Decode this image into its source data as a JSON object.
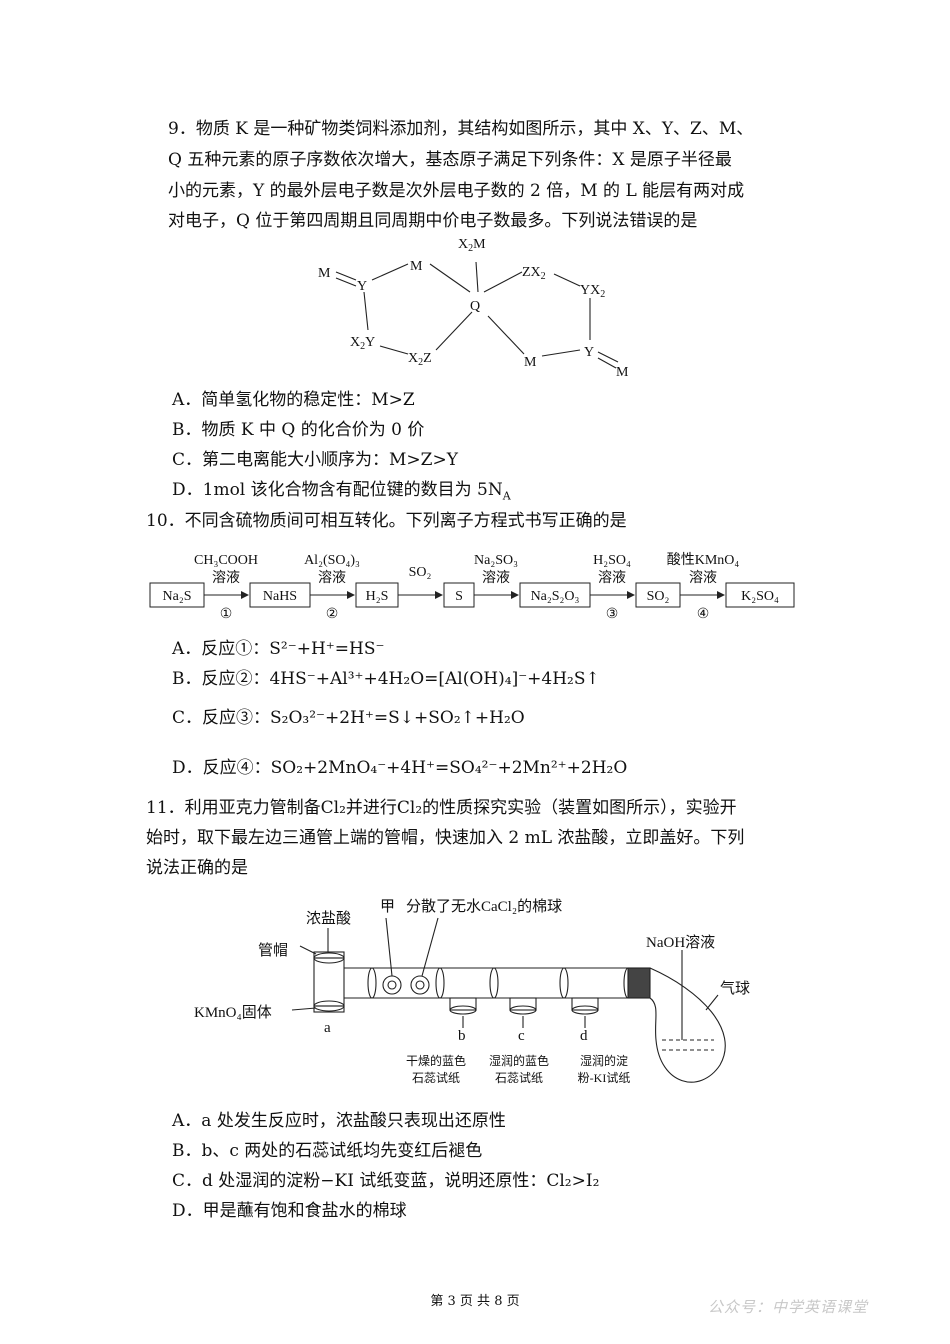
{
  "q9": {
    "lines": [
      "9．物质 K 是一种矿物类饲料添加剂，其结构如图所示，其中 X、Y、Z、M、",
      "Q 五种元素的原子序数依次增大，基态原子满足下列条件：X 是原子半径最",
      "小的元素，Y 的最外层电子数是次外层电子数的 2 倍，M 的 L 能层有两对成",
      "对电子，Q 位于第四周期且同周期中价电子数最多。下列说法错误的是"
    ],
    "structure": {
      "x2m_top": "X",
      "x2m_top_sub": "2",
      "x2m_top_end": "M",
      "m_left1": "M",
      "y_left": "Y",
      "m_left_top": "M",
      "x2y": "X",
      "x2y_sub": "2",
      "x2y_end": "Y",
      "x2z": "X",
      "x2z_sub": "2",
      "x2z_end": "Z",
      "q": "Q",
      "zx2": "ZX",
      "zx2_sub": "2",
      "yx2": "YX",
      "yx2_sub": "2",
      "m_right_mid": "M",
      "y_right": "Y",
      "m_right_end": "M"
    },
    "options": {
      "A": "A．简单氢化物的稳定性：M>Z",
      "B": "B．物质 K 中 Q 的化合价为 0 价",
      "C": "C．第二电离能大小顺序为：M>Z>Y",
      "D_pre": "D．1mol 该化合物含有配位键的数目为 5N",
      "D_sub": "A"
    }
  },
  "q10": {
    "stem": "10．不同含硫物质间可相互转化。下列离子方程式书写正确的是",
    "flow": {
      "boxes": [
        "Na₂S",
        "NaHS",
        "H₂S",
        "S",
        "Na₂S₂O₃",
        "SO₂",
        "K₂SO₄"
      ],
      "reagent1a": "CH₃COOH",
      "reagent1b": "溶液",
      "reagent2a": "Al₂(SO₄)₃",
      "reagent2b": "溶液",
      "reagent3": "SO₂",
      "reagent4a": "Na₂SO₃",
      "reagent4b": "溶液",
      "reagent5a": "H₂SO₄",
      "reagent5b": "溶液",
      "reagent6a": "酸性KMnO₄",
      "reagent6b": "溶液",
      "n1": "①",
      "n2": "②",
      "n3": "③",
      "n4": "④"
    },
    "options": {
      "A": "A．反应①：S²⁻+H⁺=HS⁻",
      "B": "B．反应②：4HS⁻+Al³⁺+4H₂O=[Al(OH)₄]⁻+4H₂S↑",
      "C": "C．反应③：S₂O₃²⁻+2H⁺=S↓+SO₂↑+H₂O",
      "D": "D．反应④：SO₂+2MnO₄⁻+4H⁺=SO₄²⁻+2Mn²⁺+2H₂O"
    }
  },
  "q11": {
    "lines": [
      "11．利用亚克力管制备Cl₂并进行Cl₂的性质探究实验（装置如图所示），实验开",
      "始时，取下最左边三通管上端的管帽，快速加入 2 mL 浓盐酸，立即盖好。下列",
      "说法正确的是"
    ],
    "apparatus": {
      "conc_hcl": "浓盐酸",
      "cap": "管帽",
      "kmno4": "KMnO₄固体",
      "jia": "甲",
      "cotton": "分散了无水CaCl₂的棉球",
      "naoh": "NaOH溶液",
      "balloon": "气球",
      "a": "a",
      "b": "b",
      "c": "c",
      "d": "d",
      "b_l1": "干燥的蓝色",
      "b_l2": "石蕊试纸",
      "c_l1": "湿润的蓝色",
      "c_l2": "石蕊试纸",
      "d_l1": "湿润的淀",
      "d_l2": "粉-KI试纸"
    },
    "options": {
      "A": "A．a 处发生反应时，浓盐酸只表现出还原性",
      "B": "B．b、c 两处的石蕊试纸均先变红后褪色",
      "C": "C．d 处湿润的淀粉−KI 试纸变蓝，说明还原性：Cl₂>I₂",
      "D": "D．甲是蘸有饱和食盐水的棉球"
    }
  },
  "footer": "第 3 页 共 8 页",
  "watermark": "公众号：中学英语课堂"
}
